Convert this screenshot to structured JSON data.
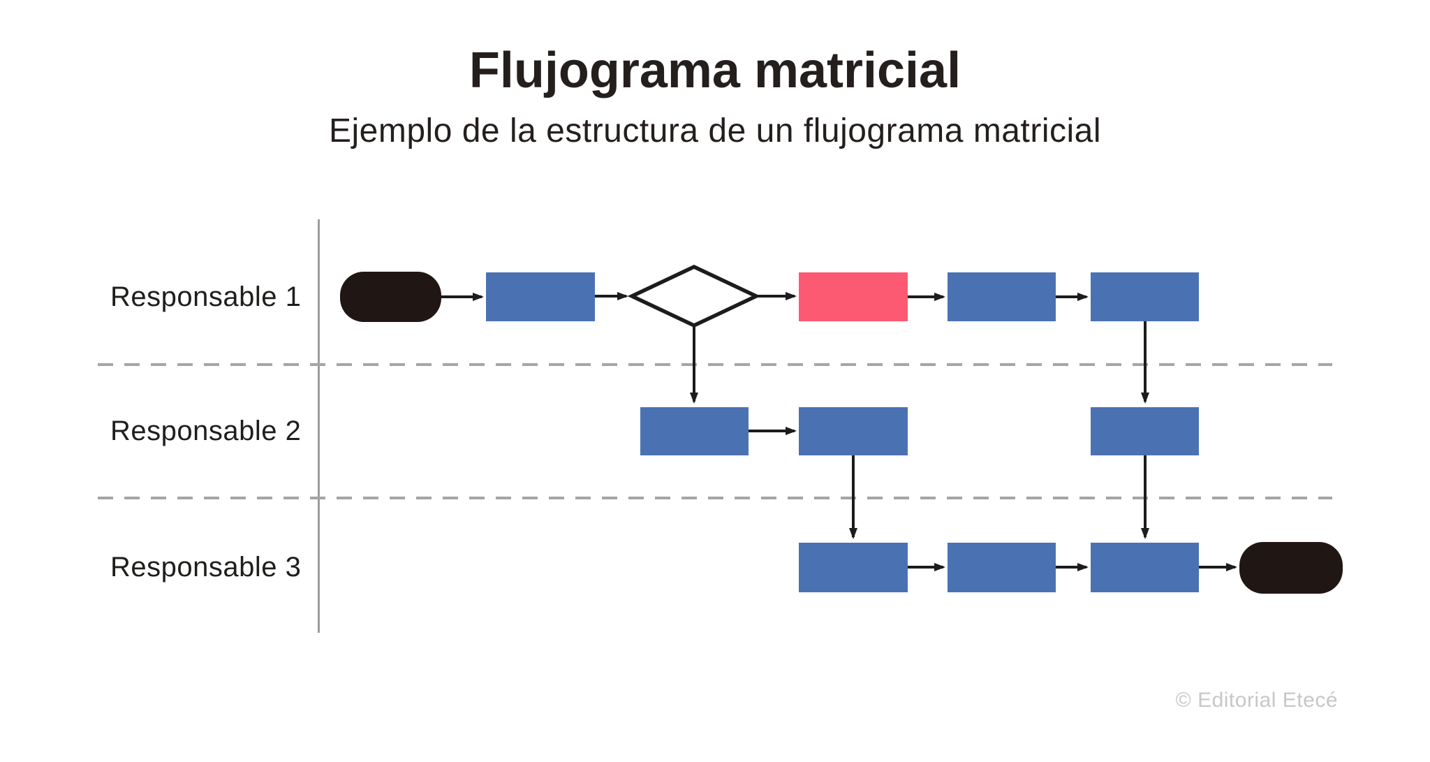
{
  "page": {
    "title": "Flujograma matricial",
    "subtitle": "Ejemplo de la estructura de un flujograma matricial"
  },
  "footer": {
    "credit": "© Editorial Etecé"
  },
  "colors": {
    "process_blue": "#4a72b2",
    "highlight_pink": "#fb5a72",
    "terminator_dark": "#201613",
    "heading_dark": "#241f1d",
    "label_dark": "#1e1e1c",
    "arrow_black": "#1c1c1c",
    "divider_gray": "#9c9c9c",
    "dash_gray": "#a5a5a5",
    "credit_gray": "#c7c7c9"
  },
  "lanes": [
    {
      "label": "Responsable 1",
      "nodes": [
        {
          "id": "r1-start",
          "shape": "rounded-terminator",
          "fill": "dark"
        },
        {
          "id": "r1-p1",
          "shape": "process",
          "fill": "blue"
        },
        {
          "id": "r1-decision",
          "shape": "decision-diamond",
          "fill": "white"
        },
        {
          "id": "r1-p2",
          "shape": "process",
          "fill": "pink"
        },
        {
          "id": "r1-p3",
          "shape": "process",
          "fill": "blue"
        },
        {
          "id": "r1-p4",
          "shape": "process",
          "fill": "blue"
        }
      ]
    },
    {
      "label": "Responsable 2",
      "nodes": [
        {
          "id": "r2-p1",
          "shape": "process",
          "fill": "blue"
        },
        {
          "id": "r2-p2",
          "shape": "process",
          "fill": "blue"
        },
        {
          "id": "r2-p3",
          "shape": "process",
          "fill": "blue"
        }
      ]
    },
    {
      "label": "Responsable 3",
      "nodes": [
        {
          "id": "r3-p1",
          "shape": "process",
          "fill": "blue"
        },
        {
          "id": "r3-p2",
          "shape": "process",
          "fill": "blue"
        },
        {
          "id": "r3-p3",
          "shape": "process",
          "fill": "blue"
        },
        {
          "id": "r3-end",
          "shape": "rounded-terminator",
          "fill": "dark"
        }
      ]
    }
  ],
  "connections": [
    {
      "from": "r1-start",
      "to": "r1-p1"
    },
    {
      "from": "r1-p1",
      "to": "r1-decision"
    },
    {
      "from": "r1-decision",
      "to": "r1-p2"
    },
    {
      "from": "r1-p2",
      "to": "r1-p3"
    },
    {
      "from": "r1-p3",
      "to": "r1-p4"
    },
    {
      "from": "r1-decision",
      "to": "r2-p1"
    },
    {
      "from": "r2-p1",
      "to": "r2-p2"
    },
    {
      "from": "r1-p4",
      "to": "r2-p3"
    },
    {
      "from": "r2-p2",
      "to": "r3-p1"
    },
    {
      "from": "r2-p3",
      "to": "r3-p3"
    },
    {
      "from": "r3-p1",
      "to": "r3-p2"
    },
    {
      "from": "r3-p2",
      "to": "r3-p3"
    },
    {
      "from": "r3-p3",
      "to": "r3-end"
    }
  ]
}
